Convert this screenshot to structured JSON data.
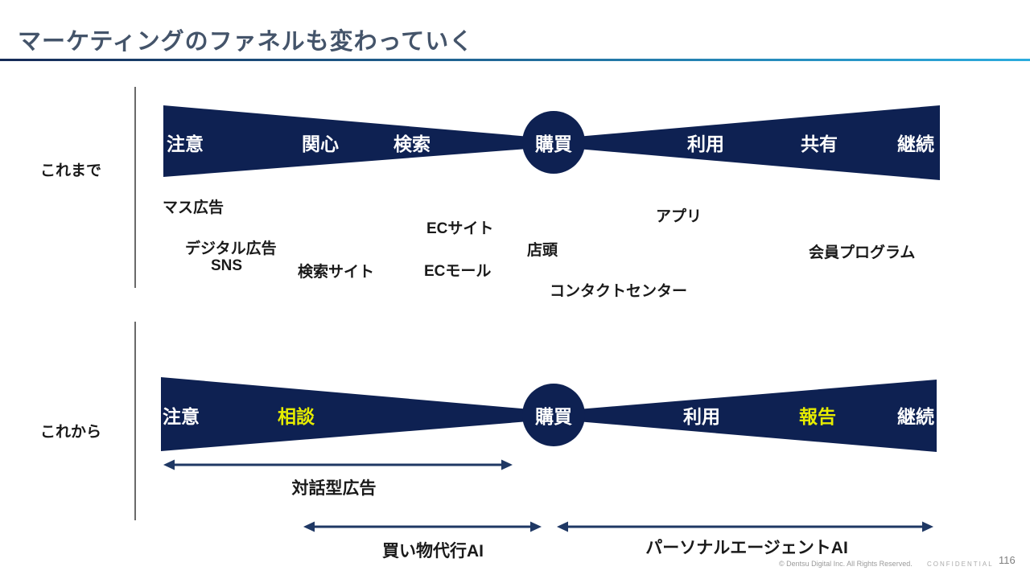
{
  "slide": {
    "title": "マーケティングのファネルも変わっていく",
    "footer": {
      "copyright": "© Dentsu Digital Inc. All Rights Reserved.",
      "confidential": "CONFIDENTIAL",
      "page_number": "116"
    },
    "colors": {
      "funnel_navy": "#0e2152",
      "highlight_yellow": "#e6ec00",
      "title_color": "#44546a",
      "arrow_navy": "#1f3864",
      "underline_gradient_start": "#152a56",
      "underline_gradient_end": "#2cacde"
    }
  },
  "before_section": {
    "label": "これまで",
    "stages": [
      {
        "text": "注意",
        "highlight": false
      },
      {
        "text": "関心",
        "highlight": false
      },
      {
        "text": "検索",
        "highlight": false
      },
      {
        "text": "購買",
        "highlight": false
      },
      {
        "text": "利用",
        "highlight": false
      },
      {
        "text": "共有",
        "highlight": false
      },
      {
        "text": "継続",
        "highlight": false
      }
    ],
    "channels": [
      {
        "text": "マス広告"
      },
      {
        "text": "デジタル広告"
      },
      {
        "text": "SNS"
      },
      {
        "text": "検索サイト"
      },
      {
        "text": "ECサイト"
      },
      {
        "text": "ECモール"
      },
      {
        "text": "店頭"
      },
      {
        "text": "アプリ"
      },
      {
        "text": "コンタクトセンター"
      },
      {
        "text": "会員プログラム"
      }
    ]
  },
  "after_section": {
    "label": "これから",
    "stages": [
      {
        "text": "注意",
        "highlight": false
      },
      {
        "text": "相談",
        "highlight": true
      },
      {
        "text": "購買",
        "highlight": false
      },
      {
        "text": "利用",
        "highlight": false
      },
      {
        "text": "報告",
        "highlight": true
      },
      {
        "text": "継続",
        "highlight": false
      }
    ],
    "ai_layers": [
      {
        "text": "対話型広告"
      },
      {
        "text": "買い物代行AI"
      },
      {
        "text": "パーソナルエージェントAI"
      }
    ]
  }
}
